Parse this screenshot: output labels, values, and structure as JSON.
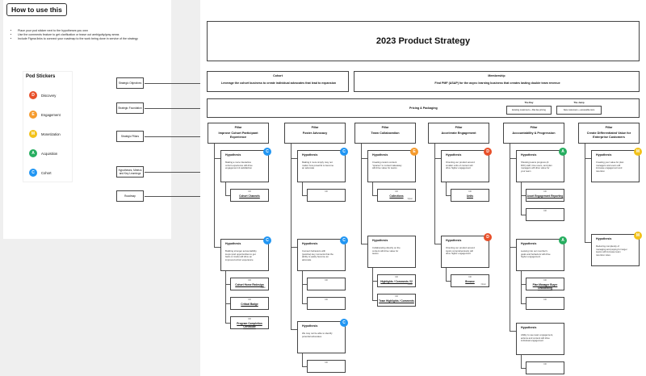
{
  "howto": {
    "title": "How to use this",
    "bullets": [
      "Place your pod sticker next to the hypotheses you own",
      "Use the comments feature to get clarification or tease out ambiguity/gray areas",
      "Include Figma links to connect your roadmap to the work being done in service of the strategy"
    ]
  },
  "legend": {
    "title": "Pod Stickers",
    "items": [
      {
        "letter": "D",
        "label": "Discovery",
        "color": "#e8502a"
      },
      {
        "letter": "E",
        "label": "Engagement",
        "color": "#f59b2e"
      },
      {
        "letter": "M",
        "label": "Monetization",
        "color": "#f2c21b"
      },
      {
        "letter": "A",
        "label": "Acquisition",
        "color": "#27ae60"
      },
      {
        "letter": "C",
        "label": "Cohort",
        "color": "#2196f3"
      }
    ]
  },
  "side_labels": [
    "Strategic Objectives",
    "Strategic Foundation",
    "Strategic Pillars",
    "Hypotheses, Metrics and Key Learnings",
    "Roadmap"
  ],
  "strategy": {
    "title": "2023 Product Strategy",
    "objective_left": {
      "title": "Cohort",
      "text": "Leverage the cohort business to create individual advocates that lead to expansion"
    },
    "objective_right": {
      "title": "Membership",
      "text": "Find PMF (ASAP) for the async learning business that creates lasting double team revenue"
    },
    "foundation": {
      "text": "Pricing & Packaging",
      "today_title": "The Day",
      "today_text": "Existing customers + Flat fee pricing",
      "jump_title": "The Jump",
      "jump_text": "New customers + accessible tiers"
    }
  },
  "pillars": [
    {
      "label": "Pillar",
      "name": "Improve Cohort Participant Experience",
      "hypotheses": [
        {
          "title": "Hypothesis",
          "text": "Making a more interactive cohort experience will drive engagement & satisfaction",
          "sticker": "C",
          "kpis": [
            {
              "t": "KR",
              "n": "Cohort Channels",
              "o": ""
            }
          ]
        },
        {
          "title": "Hypothesis",
          "text": "Building stronger accountability loops (and opportunities to get back on track) will drive an improved cohort experience",
          "sticker": "C",
          "kpis": [
            {
              "t": "KR",
              "n": "Cohort Home Redesign",
              "o": "Open"
            },
            {
              "t": "KR",
              "n": "Critical Badge",
              "o": ""
            },
            {
              "t": "KR",
              "n": "Program Completion Certificate",
              "o": ""
            }
          ]
        }
      ]
    },
    {
      "label": "Pillar",
      "name": "Foster Advocacy",
      "hypotheses": [
        {
          "title": "Hypothesis",
          "text": "Making it more simply may not matter how powerful to become an advocate",
          "sticker": "C",
          "kpis": [
            {
              "t": "KR",
              "n": "",
              "o": ""
            }
          ]
        },
        {
          "title": "Hypothesis",
          "text": "Connect behaviors with (positive) key moments that the ability to easily become an advocate",
          "sticker": "C",
          "kpis": [
            {
              "t": "KR",
              "n": "",
              "o": ""
            },
            {
              "t": "KR",
              "n": "",
              "o": ""
            }
          ]
        },
        {
          "title": "Hypothesis",
          "text": "We may not be able to identify potential advocates",
          "sticker": "C",
          "kpis": [
            {
              "t": "KR",
              "n": "",
              "o": ""
            }
          ]
        }
      ]
    },
    {
      "label": "Pillar",
      "name": "Team Collaboration",
      "hypotheses": [
        {
          "title": "Hypothesis",
          "text": "Creating custom content \"spaces\" to content takeaway will drive value for teams",
          "sticker": "E",
          "kpis": [
            {
              "t": "KR",
              "n": "Collections",
              "o": "Open"
            }
          ]
        },
        {
          "title": "Hypothesis",
          "text": "Collaborating directly on the content will drive value for teams",
          "sticker": "",
          "kpis": [
            {
              "t": "KR",
              "n": "Highlights / Comments V2",
              "o": "Open"
            },
            {
              "t": "KR",
              "n": "Team Highlights / Comments",
              "o": ""
            }
          ]
        }
      ]
    },
    {
      "label": "Pillar",
      "name": "Accelerate Engagement",
      "hypotheses": [
        {
          "title": "Hypothesis",
          "text": "Orienting our product around smaller units of content will drive higher engagement",
          "sticker": "D",
          "kpis": [
            {
              "t": "KR",
              "n": "Units",
              "o": ""
            }
          ]
        },
        {
          "title": "Hypothesis",
          "text": "Orienting our product around topics comprehensively will drive higher engagement",
          "sticker": "D",
          "kpis": [
            {
              "t": "KR",
              "n": "Browse",
              "o": "Open"
            }
          ]
        }
      ]
    },
    {
      "label": "Pillar",
      "name": "Accountability & Progression",
      "hypotheses": [
        {
          "title": "Hypothesis",
          "text": "Showing teams progress (& ROI) staff, time users, and plan managers will drive value for your team",
          "sticker": "A",
          "kpis": [
            {
              "t": "KR",
              "n": "Asset Engagement Reporting",
              "o": ""
            },
            {
              "t": "KR",
              "n": "",
              "o": ""
            }
          ]
        },
        {
          "title": "Hypothesis",
          "text": "Leaving into our member's goals and behaviors will drive higher engagement",
          "sticker": "A",
          "kpis": [
            {
              "t": "KR",
              "n": "Plan Manager Buyer Onboarding",
              "o": ""
            },
            {
              "t": "KR",
              "n": "",
              "o": ""
            }
          ]
        },
        {
          "title": "Hypothesis",
          "text": "Ability to see team engagement, actions and content will drive individual engagement",
          "sticker": "",
          "kpis": [
            {
              "t": "KR",
              "n": "",
              "o": ""
            }
          ]
        }
      ]
    },
    {
      "label": "Pillar",
      "name": "Create Differentiated Value for Enterprise Customers",
      "hypotheses": [
        {
          "title": "Hypothesis",
          "text": "Creating your value for plan managers and users will increase engagement and retention",
          "sticker": "M",
          "kpis": []
        },
        {
          "title": "Hypothesis",
          "text": "Reducing complexity of managing and paying for larger teams will increase team retention rates",
          "sticker": "M",
          "kpis": []
        }
      ]
    }
  ]
}
